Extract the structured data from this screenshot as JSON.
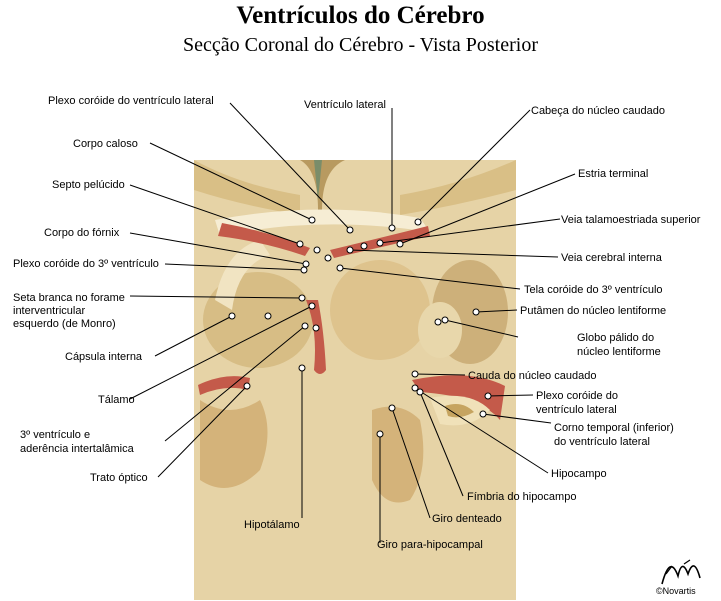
{
  "title": "Ventrículos do Cérebro",
  "subtitle": "Secção Coronal do Cérebro - Vista Posterior",
  "labels": {
    "plexo_vent_lateral": "Plexo coróide do ventrículo lateral",
    "ventriculo_lateral": "Ventrículo lateral",
    "cabeca_caudado": "Cabeça do núcleo caudado",
    "corpo_caloso": "Corpo caloso",
    "estria_terminal": "Estria terminal",
    "septo_pelucido": "Septo pelúcido",
    "veia_talamoestriada": "Veia talamoestriada superior",
    "corpo_fornix": "Corpo do fórnix",
    "veia_cerebral": "Veia cerebral interna",
    "plexo_3_ventriculo": "Plexo coróide do 3º ventrículo",
    "tela_coroide": "Tela coróide do 3º ventrículo",
    "seta_1": "Seta branca no forame",
    "seta_2": "interventricular",
    "seta_3": "esquerdo (de Monro)",
    "putamen": "Putâmen do núcleo lentiforme",
    "globo_1": "Globo pálido do",
    "globo_2": "núcleo lentiforme",
    "capsula_interna": "Cápsula interna",
    "cauda_caudado": "Cauda do núcleo caudado",
    "talamo": "Tálamo",
    "plexo_vl2_1": "Plexo coróide do",
    "plexo_vl2_2": "ventrículo lateral",
    "terceiro_1": "3º ventrículo e",
    "terceiro_2": "aderência intertalâmica",
    "corno_1": "Corno temporal (inferior)",
    "corno_2": "do ventrículo lateral",
    "trato_optico": "Trato óptico",
    "hipocampo": "Hipocampo",
    "fimbria": "Fímbria do hipocampo",
    "hipotalamo": "Hipotálamo",
    "giro_denteado": "Giro denteado",
    "giro_para": "Giro para-hipocampal"
  },
  "signature": "©Novartis",
  "colors": {
    "tissue": "#e3cfa0",
    "white_matter": "#f1e6c8",
    "ventricle": "#c45a4a",
    "gray": "#c8a86a"
  }
}
